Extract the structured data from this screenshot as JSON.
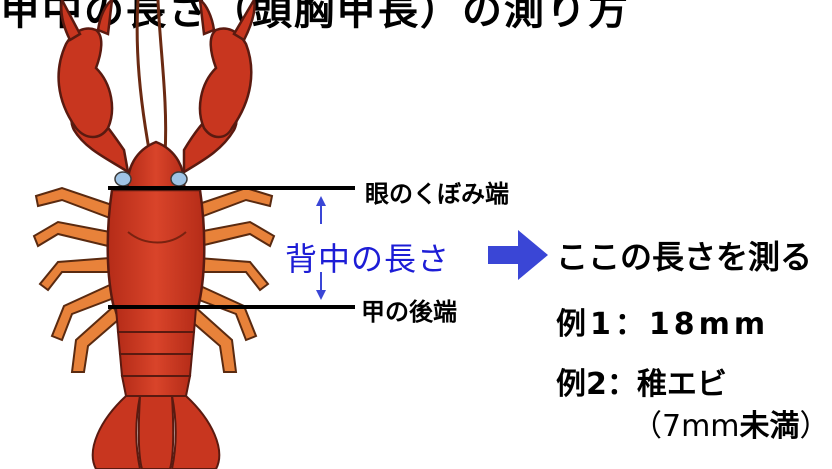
{
  "title": "甲中の長さ（頭胸甲長）の測り方",
  "labels": {
    "eye_socket_end": "眼のくぼみ端",
    "shell_rear_end": "甲の後端",
    "back_length": "背中の長さ",
    "measure_here": "ここの長さを測る"
  },
  "examples": {
    "ex1": "例1：18mm",
    "ex2": "例2：稚エビ",
    "ex2_note_open": "（7mm",
    "ex2_note_strong": "未満",
    "ex2_note_close": "）"
  },
  "colors": {
    "crayfish_body": "#c8361f",
    "crayfish_outline": "#5a1a10",
    "legs": "#e8823a",
    "eye": "#9fc4e6",
    "arrow_blue": "#3a46d6",
    "label_blue": "#1d1dd6"
  }
}
